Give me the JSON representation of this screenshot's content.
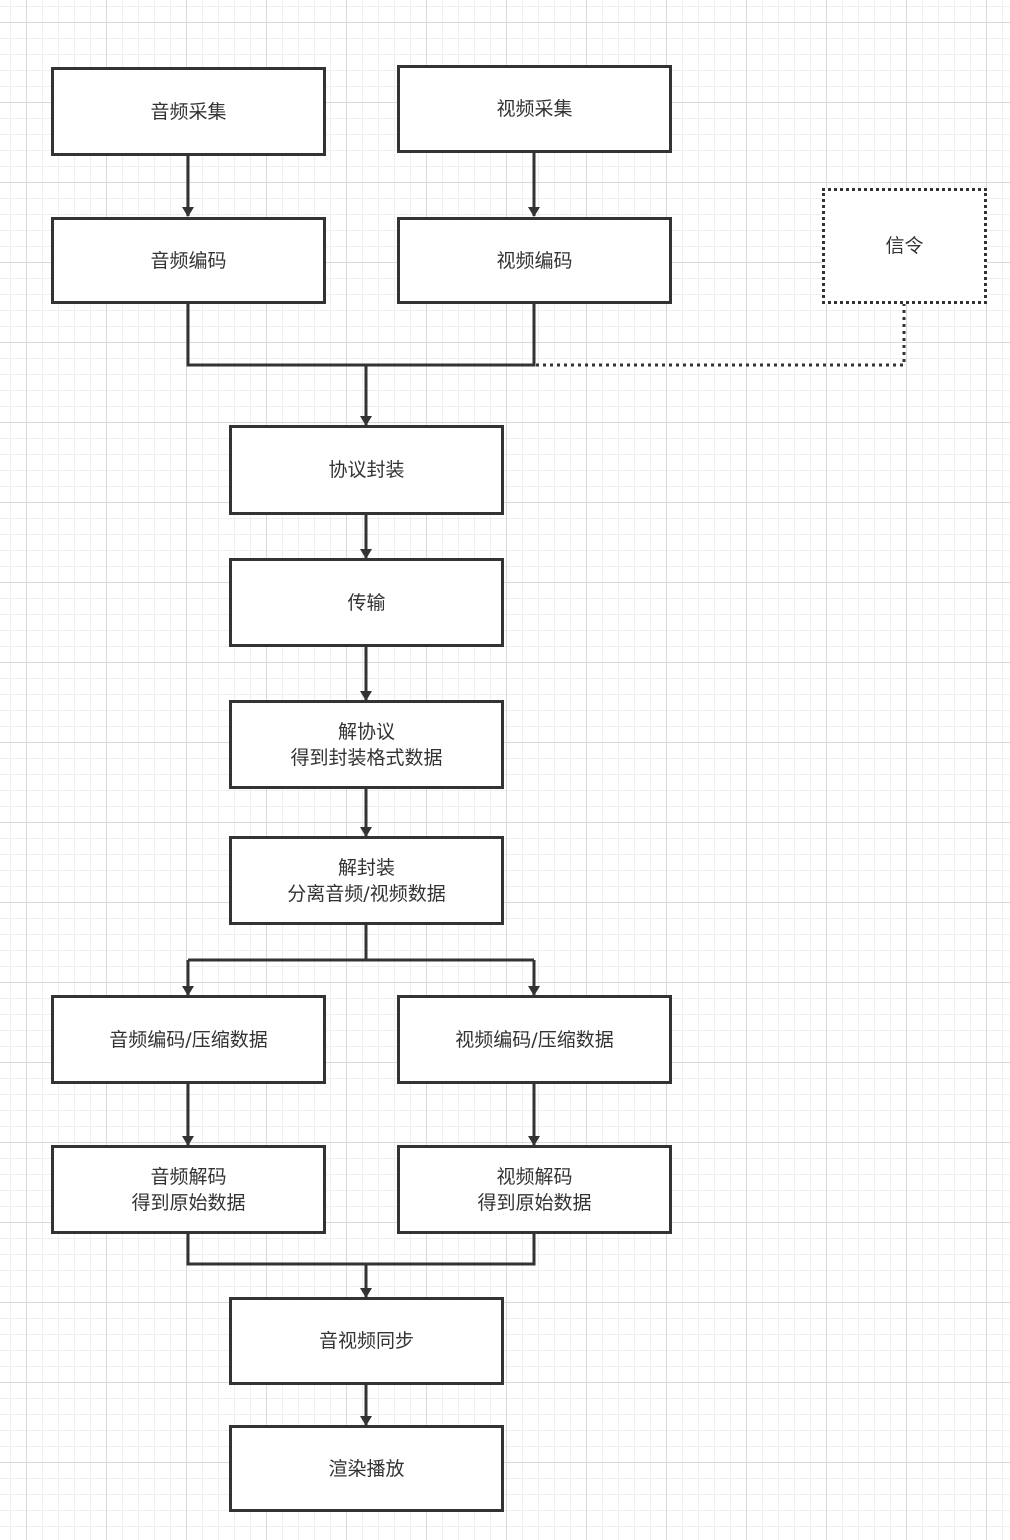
{
  "diagram": {
    "nodes": {
      "audio_capture": [
        "音频采集"
      ],
      "video_capture": [
        "视频采集"
      ],
      "audio_encode": [
        "音频编码"
      ],
      "video_encode": [
        "视频编码"
      ],
      "signaling": [
        "信令"
      ],
      "protocol_pack": [
        "协议封装"
      ],
      "transport": [
        "传输"
      ],
      "deprotocol": [
        "解协议",
        "得到封装格式数据"
      ],
      "demux": [
        "解封装",
        "分离音频/视频数据"
      ],
      "audio_compressed": [
        "音频编码/压缩数据"
      ],
      "video_compressed": [
        "视频编码/压缩数据"
      ],
      "audio_decode": [
        "音频解码",
        "得到原始数据"
      ],
      "video_decode": [
        "视频解码",
        "得到原始数据"
      ],
      "av_sync": [
        "音视频同步"
      ],
      "render_play": [
        "渲染播放"
      ]
    },
    "colors": {
      "stroke": "#333333",
      "fill": "#ffffff",
      "grid_major": "#d9d9d9",
      "grid_minor": "#efefef"
    }
  }
}
